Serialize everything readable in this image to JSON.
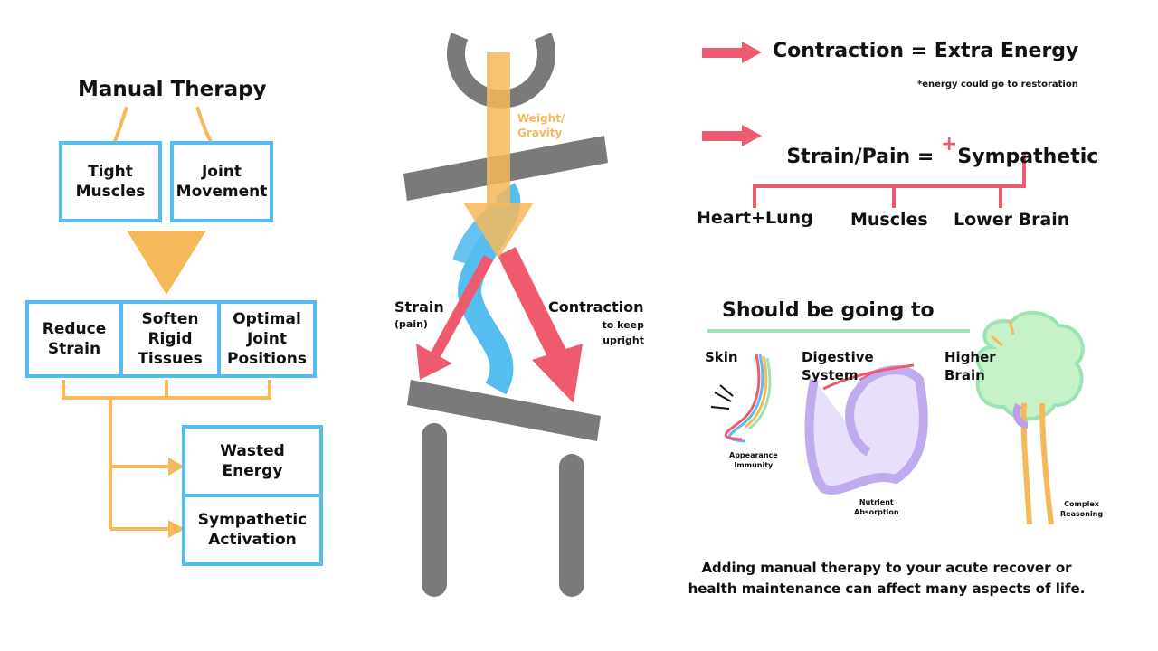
{
  "colors": {
    "blue": "#55bdf0",
    "orange": "#f6b95a",
    "red": "#f05a6e",
    "gray": "#7a7a7a",
    "green": "#9be3b4",
    "purple": "#b9a2ec"
  },
  "left": {
    "title": "Manual Therapy",
    "top_boxes": [
      "Tight\nMuscles",
      "Joint\nMovement"
    ],
    "mid_boxes": [
      "Reduce\nStrain",
      "Soften\nRigid\nTissues",
      "Optimal\nJoint\nPositions"
    ],
    "result_boxes": [
      "Wasted\nEnergy",
      "Sympathetic\nActivation"
    ]
  },
  "figure": {
    "weight_label": "Weight/\nGravity",
    "strain_label": "Strain",
    "strain_sub": "(pain)",
    "contraction_label": "Contraction",
    "contraction_sub": "to keep\nupright"
  },
  "right": {
    "line1": "Contraction = Extra Energy",
    "line1_note": "*energy could go to restoration",
    "line2_left": "Strain/Pain = ",
    "plus": "+",
    "line2_right": "Sympathetic",
    "branches": [
      "Heart+Lung",
      "Muscles",
      "Lower Brain"
    ],
    "should_title": "Should be going to",
    "targets": [
      {
        "label": "Skin",
        "sub": "Appearance\nImmunity"
      },
      {
        "label": "Digestive\nSystem",
        "sub": "Nutrient\nAbsorption"
      },
      {
        "label": "Higher\nBrain",
        "sub": "Complex\nReasoning"
      }
    ],
    "footer": "Adding manual therapy to your acute recover or\nhealth maintenance can affect many aspects of life."
  }
}
